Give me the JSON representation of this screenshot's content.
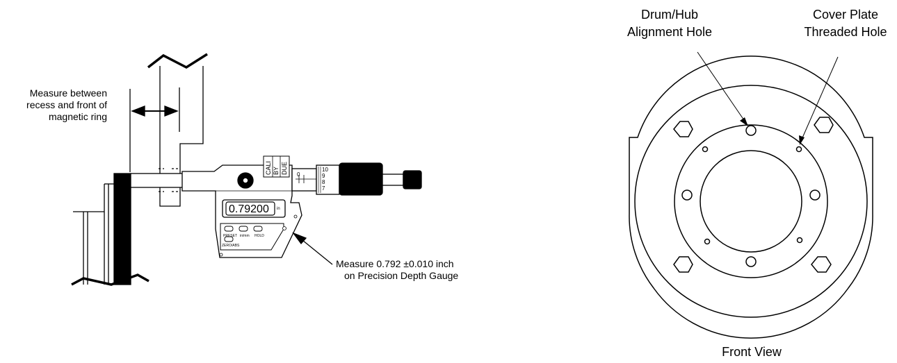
{
  "left_figure": {
    "measure_note": [
      "Measure between",
      "recess and front of",
      "magnetic ring"
    ],
    "gauge_note": [
      "Measure 0.792 ±0.010 inch",
      "on Precision Depth Gauge"
    ],
    "gauge": {
      "display_value": "0.79200",
      "display_unit": "in",
      "cali_tag": [
        "CALI",
        "BY",
        "DUE"
      ],
      "button_labels": {
        "preset": "PRESET",
        "mm": "in/mm",
        "hold": "HOLD",
        "zero": "ZERO/ABS"
      },
      "thimble_scale": [
        "10",
        "9",
        "8",
        "7"
      ],
      "sleeve_zero": "0"
    }
  },
  "right_figure": {
    "label_left": [
      "Drum/Hub",
      "Alignment Hole"
    ],
    "label_right": [
      "Cover Plate",
      "Threaded Hole"
    ],
    "caption": "Front View"
  },
  "colors": {
    "line": "#000000",
    "background": "#ffffff"
  }
}
